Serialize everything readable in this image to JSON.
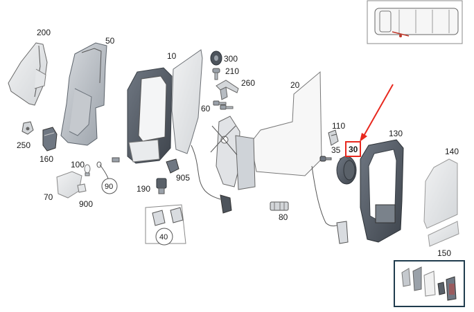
{
  "parts": {
    "p200": "200",
    "p50": "50",
    "p10": "10",
    "p300": "300",
    "p210": "210",
    "p260": "260",
    "p20": "20",
    "p60": "60",
    "p110": "110",
    "p130": "130",
    "p140": "140",
    "p250": "250",
    "p160": "160",
    "p100": "100",
    "p90": "90",
    "p905": "905",
    "p190": "190",
    "p70": "70",
    "p900": "900",
    "p40": "40",
    "p80": "80",
    "p35": "35",
    "p30": "30",
    "p150": "150"
  },
  "highlight": {
    "color": "#e8281e",
    "part": "30"
  },
  "icons": {
    "vehicle_thumbnail": "van-top-view-icon",
    "overview_thumbnail": "assembly-overview-icon",
    "arrow": "pointer-arrow-icon"
  }
}
